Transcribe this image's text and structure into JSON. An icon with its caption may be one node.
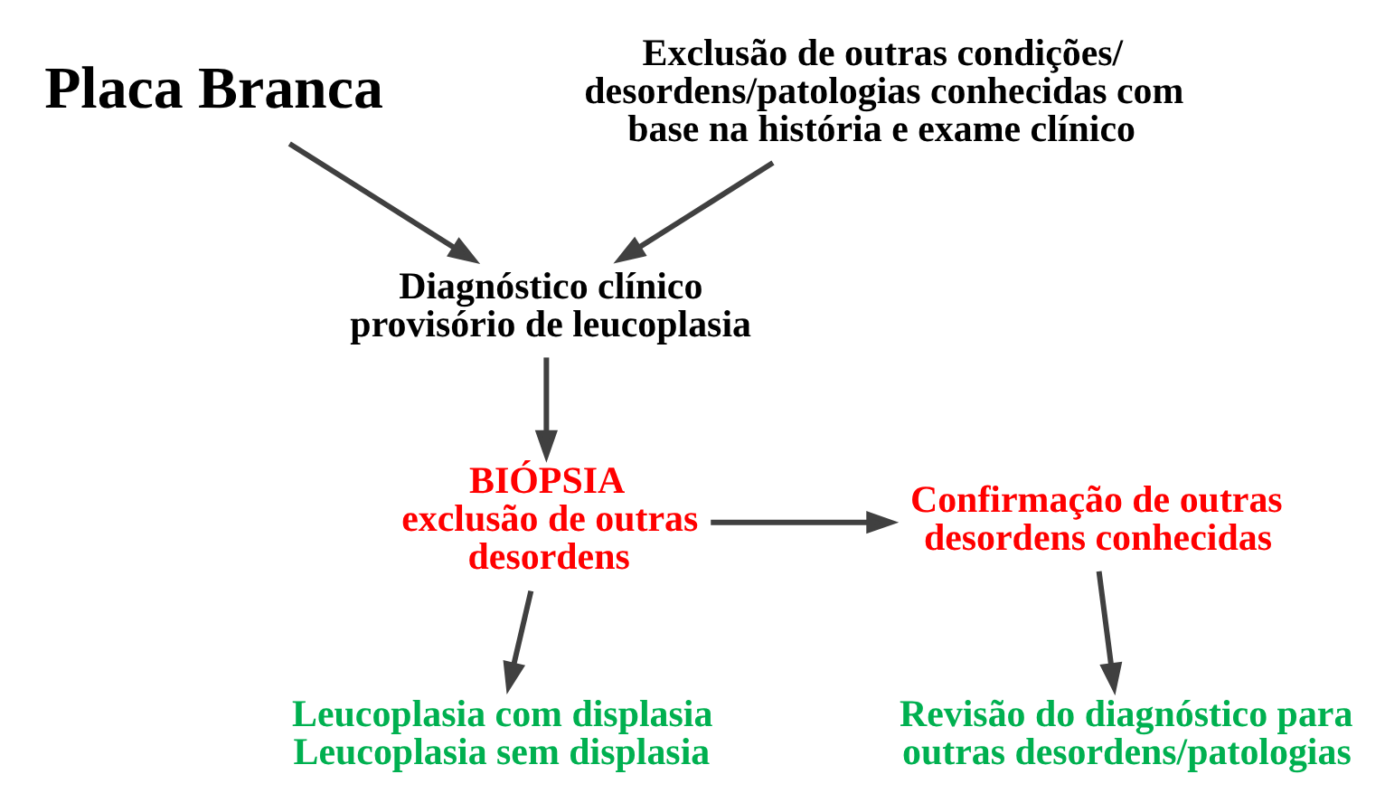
{
  "diagram": {
    "nodes": [
      {
        "text": [
          "Placa Branca"
        ]
      },
      {
        "text": [
          "Exclusão de outras condições/ desordens/patologias conhecidas com base na história e exame clínico"
        ]
      },
      {
        "text": [
          "Diagnóstico clínico provisório de leucoplasia"
        ]
      },
      {
        "text": [
          "BIÓPSIA",
          "exclusão de outras desordens"
        ]
      },
      {
        "text": [
          "Confirmação de outras desordens conhecidas"
        ]
      },
      {
        "text": [
          "Leucoplasia com displasia",
          "Leucoplasia sem displasia"
        ]
      },
      {
        "text": [
          "Revisão do diagnóstico para outras desordens/patologias"
        ]
      }
    ],
    "edges": [
      {
        "from": 0,
        "to": 2,
        "arrow": "to"
      },
      {
        "from": 1,
        "to": 2,
        "arrow": "to"
      },
      {
        "from": 2,
        "to": 3,
        "arrow": "to"
      },
      {
        "from": 3,
        "to": 4,
        "arrow": "to"
      },
      {
        "from": 3,
        "to": 5,
        "arrow": "to"
      },
      {
        "from": 4,
        "to": 6,
        "arrow": "to"
      }
    ]
  }
}
